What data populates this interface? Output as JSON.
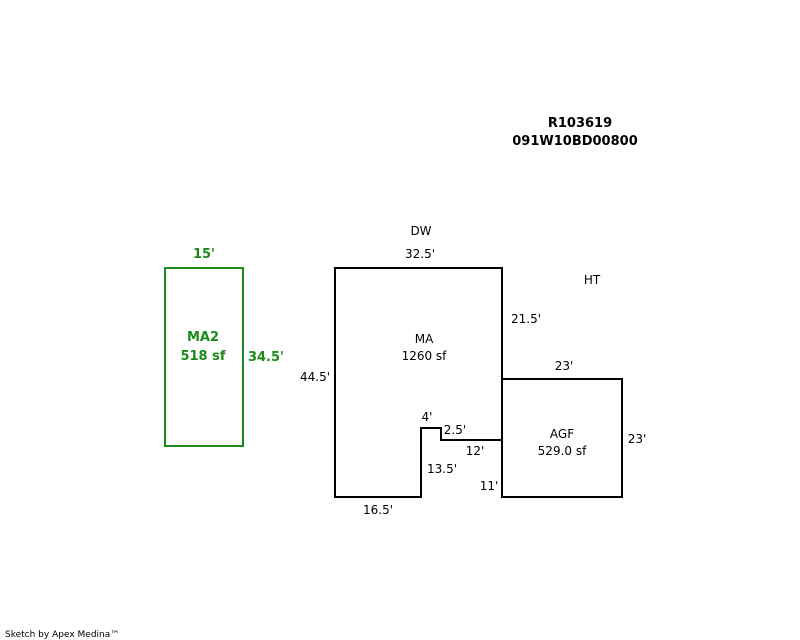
{
  "header": {
    "parcel_id": "R103619",
    "map_number": "091W10BD00800"
  },
  "labels": {
    "dw": "DW",
    "ht": "HT"
  },
  "ma2": {
    "name": "MA2",
    "area": "518 sf",
    "dim_top": "15'",
    "dim_right": "34.5'",
    "color": "#1a8a1a"
  },
  "ma": {
    "name": "MA",
    "area": "1260 sf",
    "dim_top": "32.5'",
    "dim_left": "44.5'",
    "dim_right": "21.5'",
    "dim_bottom": "16.5'",
    "dim_notch_top": "4'",
    "dim_notch_side": "13.5'",
    "dim_step": "2.5'",
    "dim_inner": "12'",
    "dim_lower_right": "11'"
  },
  "agf": {
    "name": "AGF",
    "area": "529.0 sf",
    "dim_top": "23'",
    "dim_right": "23'"
  },
  "footer": {
    "credit": "Sketch by Apex Medina™"
  }
}
